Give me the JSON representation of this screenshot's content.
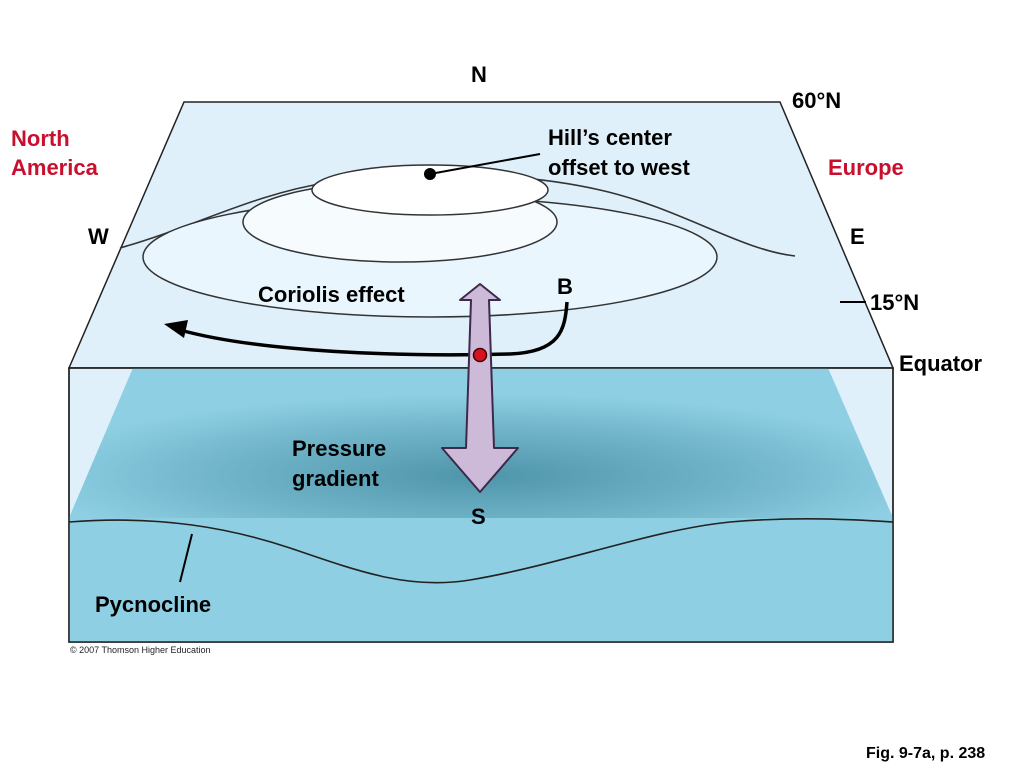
{
  "labels": {
    "north": "N",
    "south": "S",
    "west": "W",
    "east": "E",
    "lat_60": "60°N",
    "lat_15": "15°N",
    "equator": "Equator",
    "north_america_line1": "North",
    "north_america_line2": "America",
    "europe": "Europe",
    "hill_line1": "Hill’s center",
    "hill_line2": "offset to west",
    "point_b": "B",
    "coriolis": "Coriolis effect",
    "pressure_line1": "Pressure",
    "pressure_line2": "gradient",
    "pycnocline": "Pycnocline",
    "copyright": "© 2007 Thomson Higher Education",
    "figure_ref": "Fig. 9-7a, p. 238"
  },
  "colors": {
    "surface": "#dff0fb",
    "water_light": "#8ecfe3",
    "water_dark": "#4f95aa",
    "continent_label": "#c8102e",
    "arrow_fill": "#cdbad8",
    "arrow_stroke": "#3d2a4a",
    "dot": "#d7141e"
  }
}
